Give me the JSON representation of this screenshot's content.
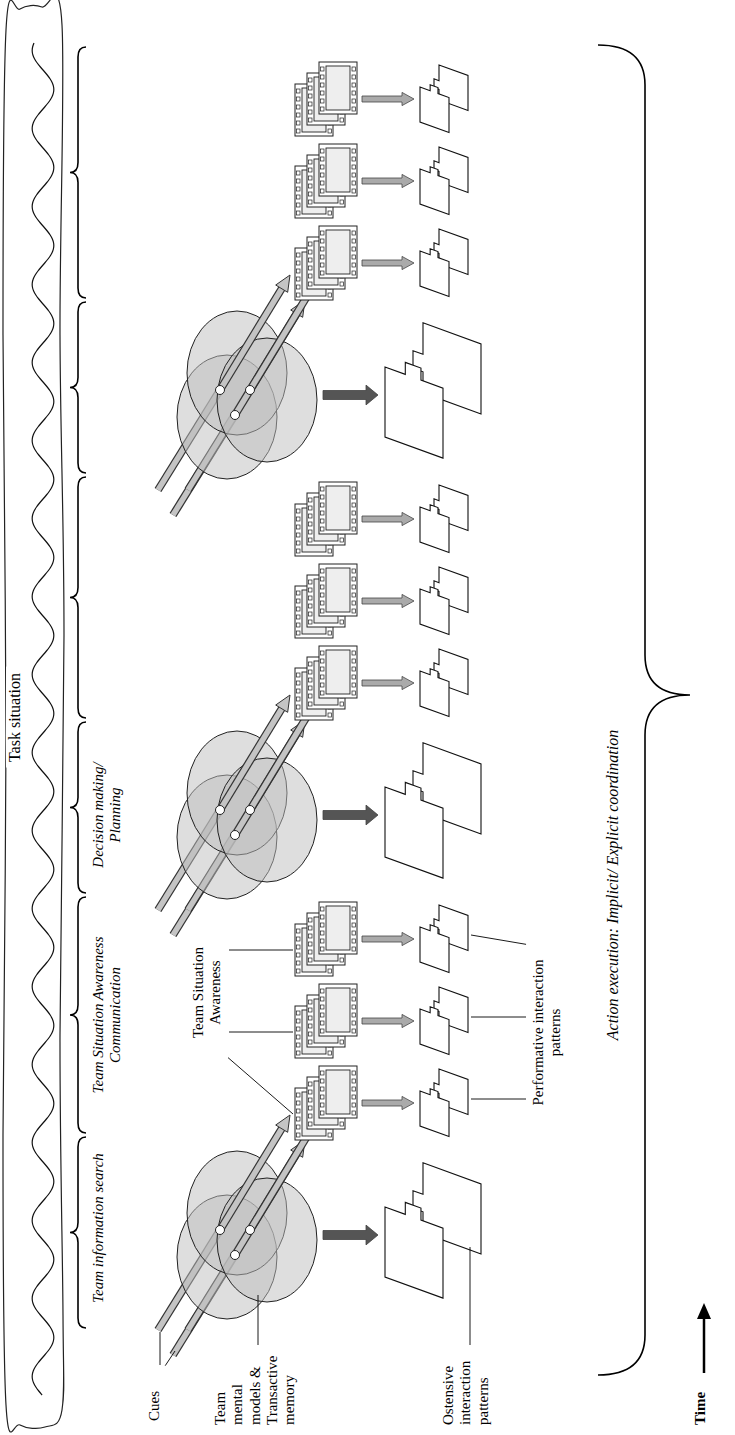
{
  "diagram": {
    "nodes": [
      {
        "text": [
          "Task situation"
        ]
      }
    ],
    "labels": [
      "Team information search",
      "Team Situation Awareness Communication",
      "Decision making/ Planning",
      "Cues",
      "Team mental models & Transactive memory",
      "Team Situation Awareness",
      "Ostensive interaction patterns",
      "Performative interaction patterns",
      "Action execution: Implicit/ Explicit coordination",
      "Time"
    ]
  }
}
